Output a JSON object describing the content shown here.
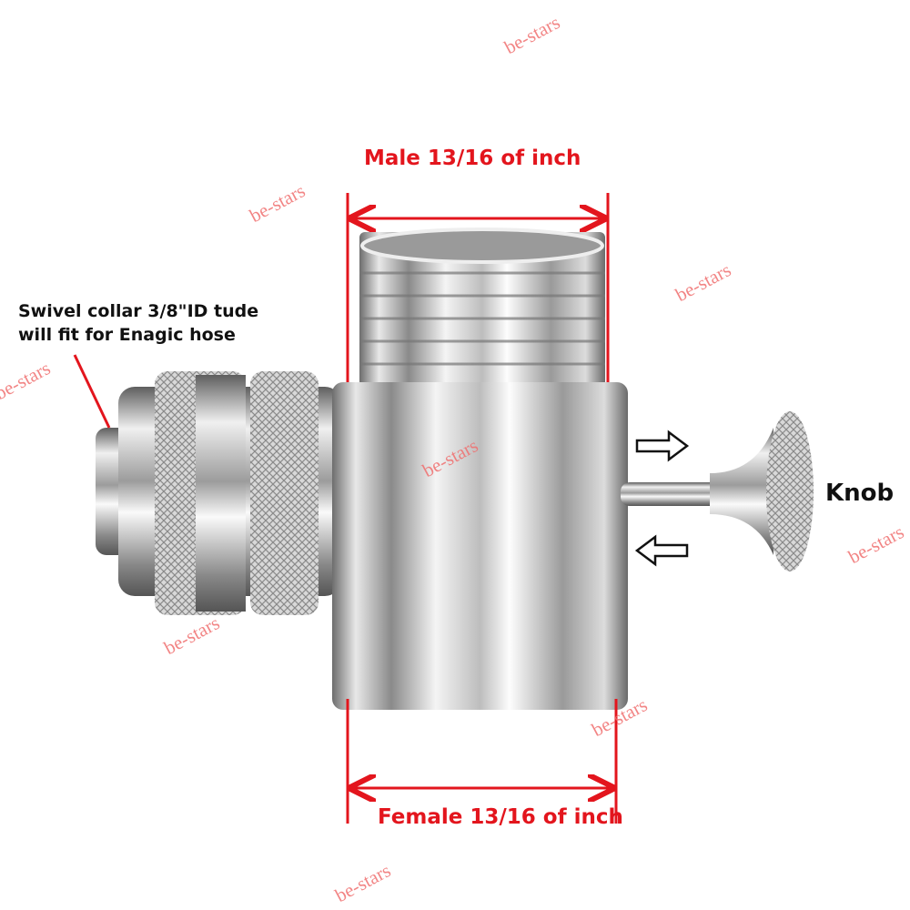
{
  "annotations": {
    "male_label": "Male 13/16 of inch",
    "female_label": "Female 13/16 of inch",
    "knob_label": "Knob",
    "swivel_line1": "Swivel collar 3/8\"ID tude",
    "swivel_line2": "will fit for Enagic hose"
  },
  "watermark": "be-stars",
  "colors": {
    "dimension": "#e3151d",
    "text": "#111111",
    "watermark": "#f07070"
  }
}
